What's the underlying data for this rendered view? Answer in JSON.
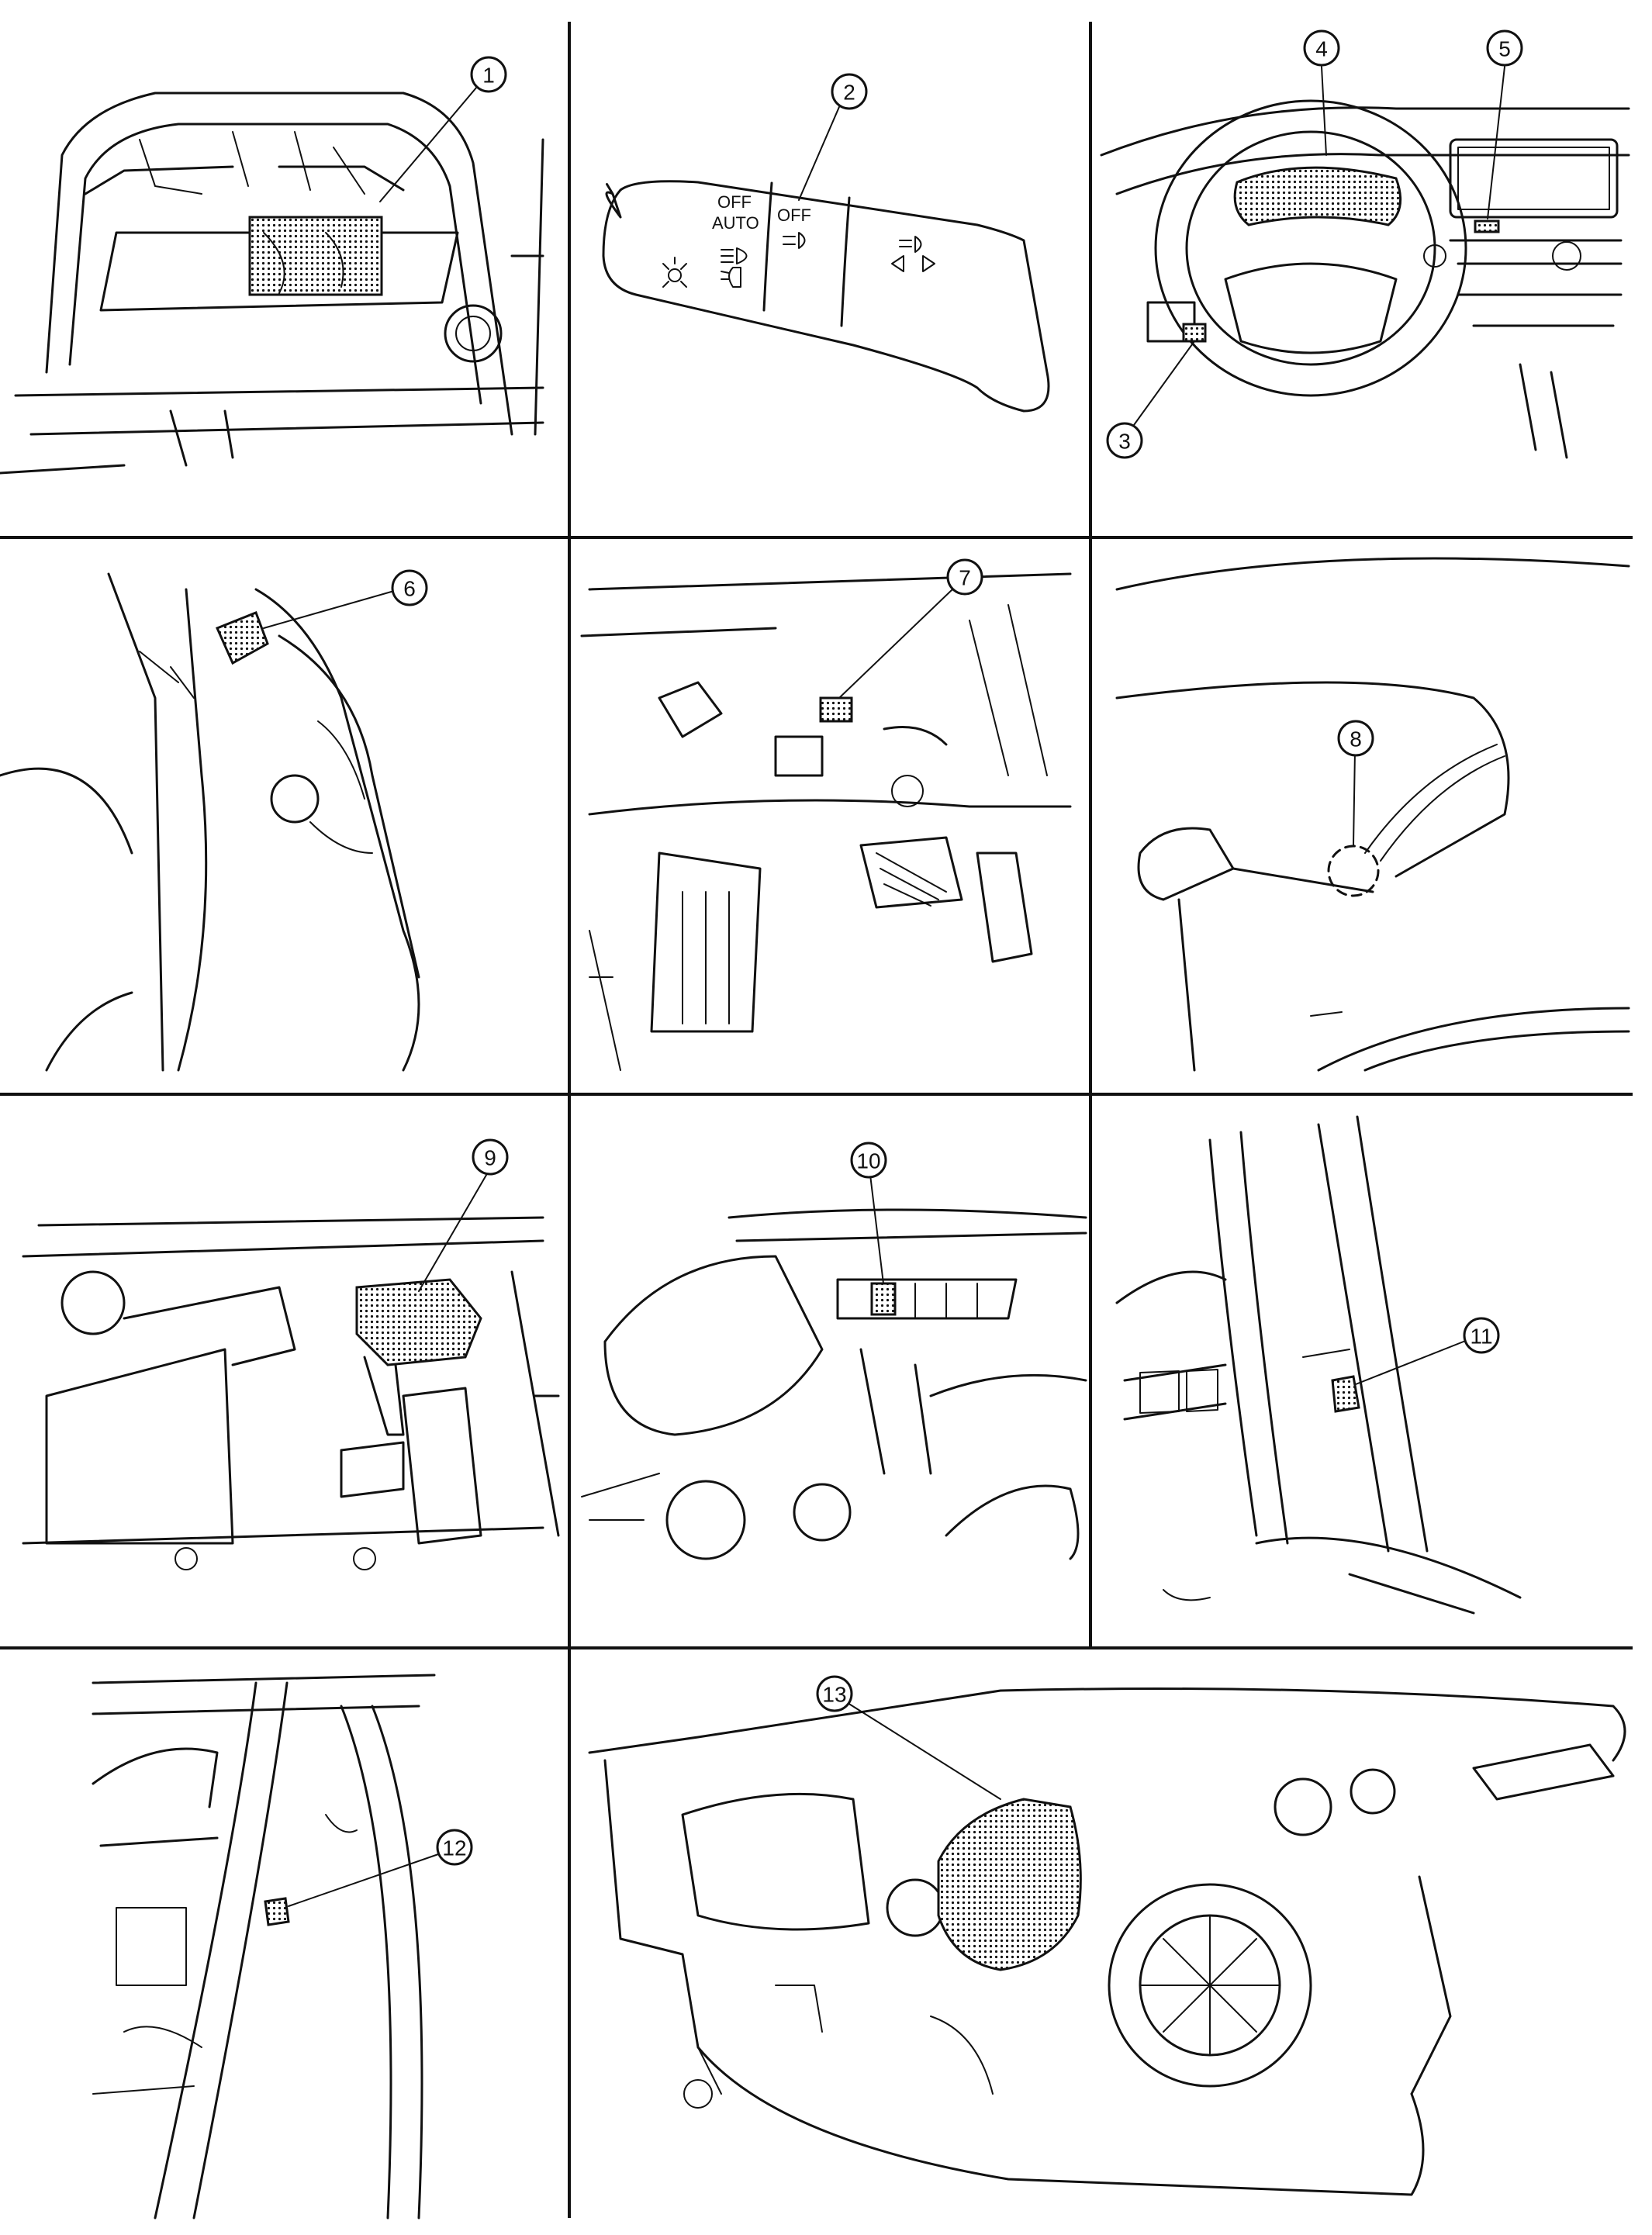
{
  "callouts": [
    {
      "id": "1",
      "label": "1"
    },
    {
      "id": "2",
      "label": "2"
    },
    {
      "id": "3",
      "label": "3"
    },
    {
      "id": "4",
      "label": "4"
    },
    {
      "id": "5",
      "label": "5"
    },
    {
      "id": "6",
      "label": "6"
    },
    {
      "id": "7",
      "label": "7"
    },
    {
      "id": "8",
      "label": "8"
    },
    {
      "id": "9",
      "label": "9"
    },
    {
      "id": "10",
      "label": "10"
    },
    {
      "id": "11",
      "label": "11"
    },
    {
      "id": "12",
      "label": "12"
    },
    {
      "id": "13",
      "label": "13"
    }
  ],
  "combination_switch": {
    "off_outer": "OFF",
    "auto": "AUTO",
    "off_inner": "OFF"
  },
  "colors": {
    "line": "#111111",
    "background": "#ffffff"
  }
}
